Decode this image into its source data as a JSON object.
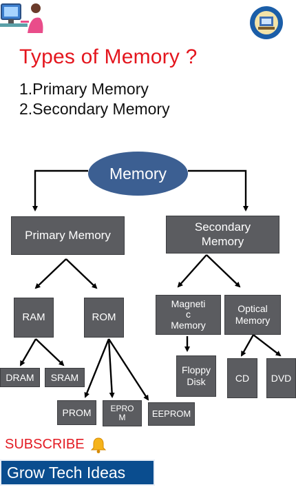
{
  "title": "Types of Memory ?",
  "list": [
    "1.Primary Memory",
    "2.Secondary Memory"
  ],
  "diagram": {
    "root": "Memory",
    "primary": "Primary Memory",
    "secondary": "Secondary\nMemory",
    "ram": "RAM",
    "rom": "ROM",
    "magnetic": "Magneti\nc\nMemory",
    "optical": "Optical\nMemory",
    "dram": "DRAM",
    "sram": "SRAM",
    "prom": "PROM",
    "eprom": "EPRO\nM",
    "eeprom": "EEPROM",
    "floppy": "Floppy\nDisk",
    "cd": "CD",
    "dvd": "DVD"
  },
  "footer": {
    "subscribe": "SUBSCRIBE",
    "channel": "Grow Tech Ideas"
  },
  "icons": {
    "left_logo": "person-at-computer-icon",
    "right_logo": "computer-badge-icon",
    "bell": "bell-icon"
  },
  "colors": {
    "title": "#e4161e",
    "box": "#5b5c60",
    "root_oval": "#3c5f92",
    "banner": "#0a4d8f",
    "subscribe": "#e31b23"
  }
}
